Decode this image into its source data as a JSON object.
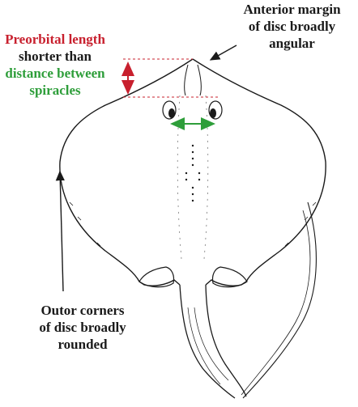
{
  "colors": {
    "preorbital": "#c8202e",
    "spiracles": "#2e9e3a",
    "text": "#1a1a1a",
    "line": "#1a1a1a"
  },
  "labels": {
    "preorbital": {
      "line1": "Preorbital length",
      "line2": "shorter than",
      "line3": "distance between",
      "line4": "spiracles"
    },
    "anterior": {
      "line1": "Anterior margin",
      "line2": "of disc broadly",
      "line3": "angular"
    },
    "outer": {
      "line1": "Outor corners",
      "line2": "of disc broadly",
      "line3": "rounded"
    }
  }
}
